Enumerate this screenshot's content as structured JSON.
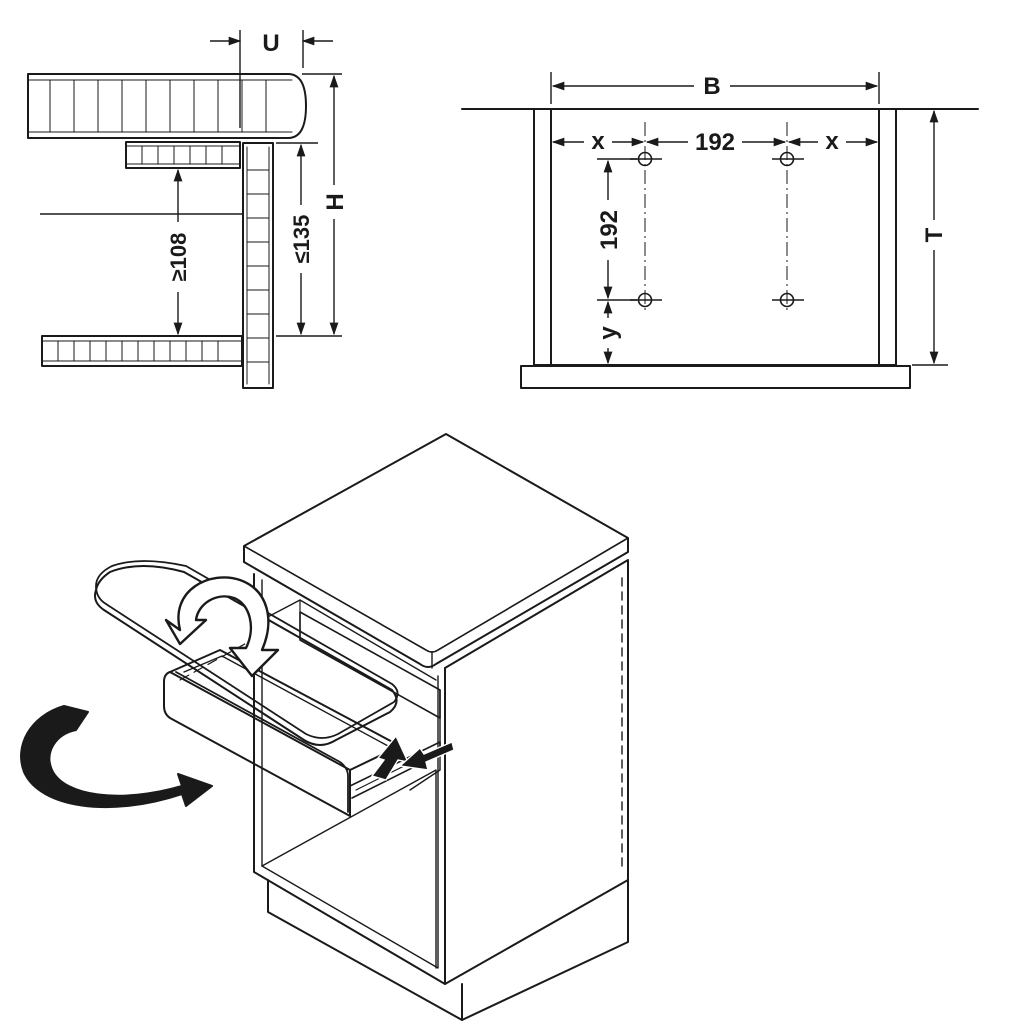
{
  "labels": {
    "u": "U",
    "h": "H",
    "min_gap": "≥108",
    "max_opening": "≤135",
    "b": "B",
    "t": "T",
    "x_left": "x",
    "x_right": "x",
    "hole_spacing_h": "192",
    "hole_spacing_v": "192",
    "y": "y"
  },
  "colors": {
    "line": "#1a1a1a",
    "board_fill": "#d9d9d9",
    "board_shadow": "#bdbdbd",
    "background": "#ffffff"
  },
  "icons": {
    "fold_arrow": "curved-fold-arrow-icon",
    "rotate_arrow": "curved-rotate-arrow-icon",
    "push_arrow": "push-arrow-icon",
    "pull_arrow": "pull-arrow-icon"
  }
}
